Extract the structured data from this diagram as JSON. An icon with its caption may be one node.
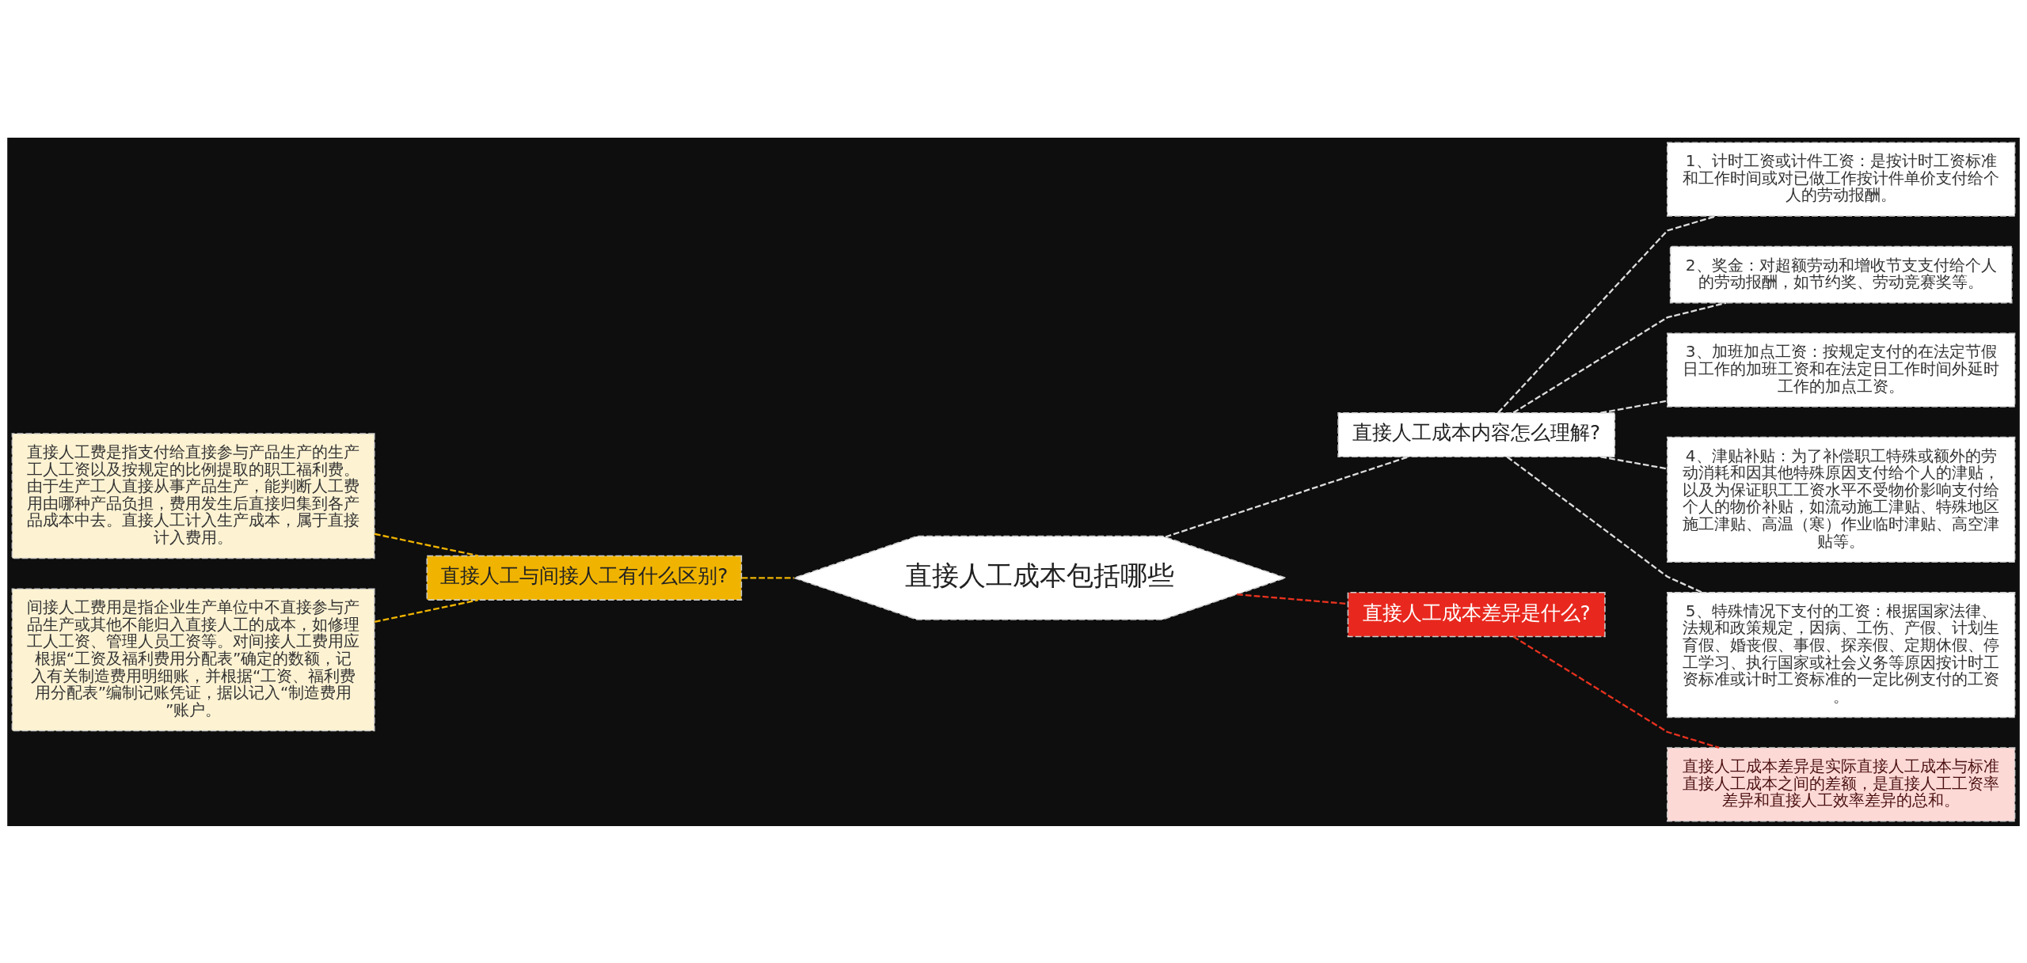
{
  "diagram": {
    "nodes": [
      {
        "text": [
          "直接人工成本包括哪些"
        ]
      },
      {
        "text": [
          "直接人工与间接人工有什么区别?"
        ]
      },
      {
        "text": [
          "直接人工费是指支付给直接参与产品生产的生产工人工资以及按规定的比例提取的职工福利费。由于生产工人直接从事产品生产，能判断人工费用由哪种产品负担，费用发生后直接归集到各产品成本中去。直接人工计入生产成本，属于直接计入费用。"
        ]
      },
      {
        "text": [
          "间接人工费用是指企业生产单位中不直接参与产品生产或其他不能归入直接人工的成本，如修理工人工资、管理人员工资等。对间接人工费用应根据“工资及福利费用分配表”确定的数额，记入有关制造费用明细账，并根据“工资、福利费用分配表”编制记账凭证，据以记入“制造费用”账户。"
        ]
      },
      {
        "text": [
          "直接人工成本内容怎么理解?"
        ]
      },
      {
        "text": [
          "1、计时工资或计件工资：是按计时工资标准和工作时间或对已做工作按计件单价支付给个人的劳动报酬。"
        ]
      },
      {
        "text": [
          "2、奖金：对超额劳动和增收节支支付给个人的劳动报酬，如节约奖、劳动竞赛奖等。"
        ]
      },
      {
        "text": [
          "3、加班加点工资：按规定支付的在法定节假日工作的加班工资和在法定日工作时间外延时工作的加点工资。"
        ]
      },
      {
        "text": [
          "4、津贴补贴：为了补偿职工特殊或额外的劳动消耗和因其他特殊原因支付给个人的津贴，以及为保证职工工资水平不受物价影响支付给个人的物价补贴，如流动施工津贴、特殊地区施工津贴、高温（寒）作业临时津贴、高空津贴等。"
        ]
      },
      {
        "text": [
          "5、特殊情况下支付的工资：根据国家法律、法规和政策规定，因病、工伤、产假、计划生育假、婚丧假、事假、探亲假、定期休假、停工学习、执行国家或社会义务等原因按计时工资标准或计时工资标准的一定比例支付的工资。"
        ]
      },
      {
        "text": [
          "直接人工成本差异是什么?"
        ]
      },
      {
        "text": [
          "直接人工成本差异是实际直接人工成本与标准直接人工成本之间的差额，是直接人工工资率差异和直接人工效率差异的总和。"
        ]
      }
    ],
    "edges": [
      {
        "from": 0,
        "to": 1,
        "arrow": "none",
        "style": "dashed",
        "color": "#f0b400"
      },
      {
        "from": 1,
        "to": 2,
        "arrow": "none",
        "style": "dashed",
        "color": "#f0b400"
      },
      {
        "from": 1,
        "to": 3,
        "arrow": "none",
        "style": "dashed",
        "color": "#f0b400"
      },
      {
        "from": 0,
        "to": 4,
        "arrow": "none",
        "style": "dashed"
      },
      {
        "from": 4,
        "to": 5,
        "arrow": "none",
        "style": "dashed"
      },
      {
        "from": 4,
        "to": 6,
        "arrow": "none",
        "style": "dashed"
      },
      {
        "from": 4,
        "to": 7,
        "arrow": "none",
        "style": "dashed"
      },
      {
        "from": 4,
        "to": 8,
        "arrow": "none",
        "style": "dashed"
      },
      {
        "from": 4,
        "to": 9,
        "arrow": "none",
        "style": "dashed"
      },
      {
        "from": 0,
        "to": 10,
        "arrow": "none",
        "style": "dashed",
        "color": "#e8321f"
      },
      {
        "from": 10,
        "to": 11,
        "arrow": "none",
        "style": "dashed",
        "color": "#e8321f"
      }
    ]
  }
}
